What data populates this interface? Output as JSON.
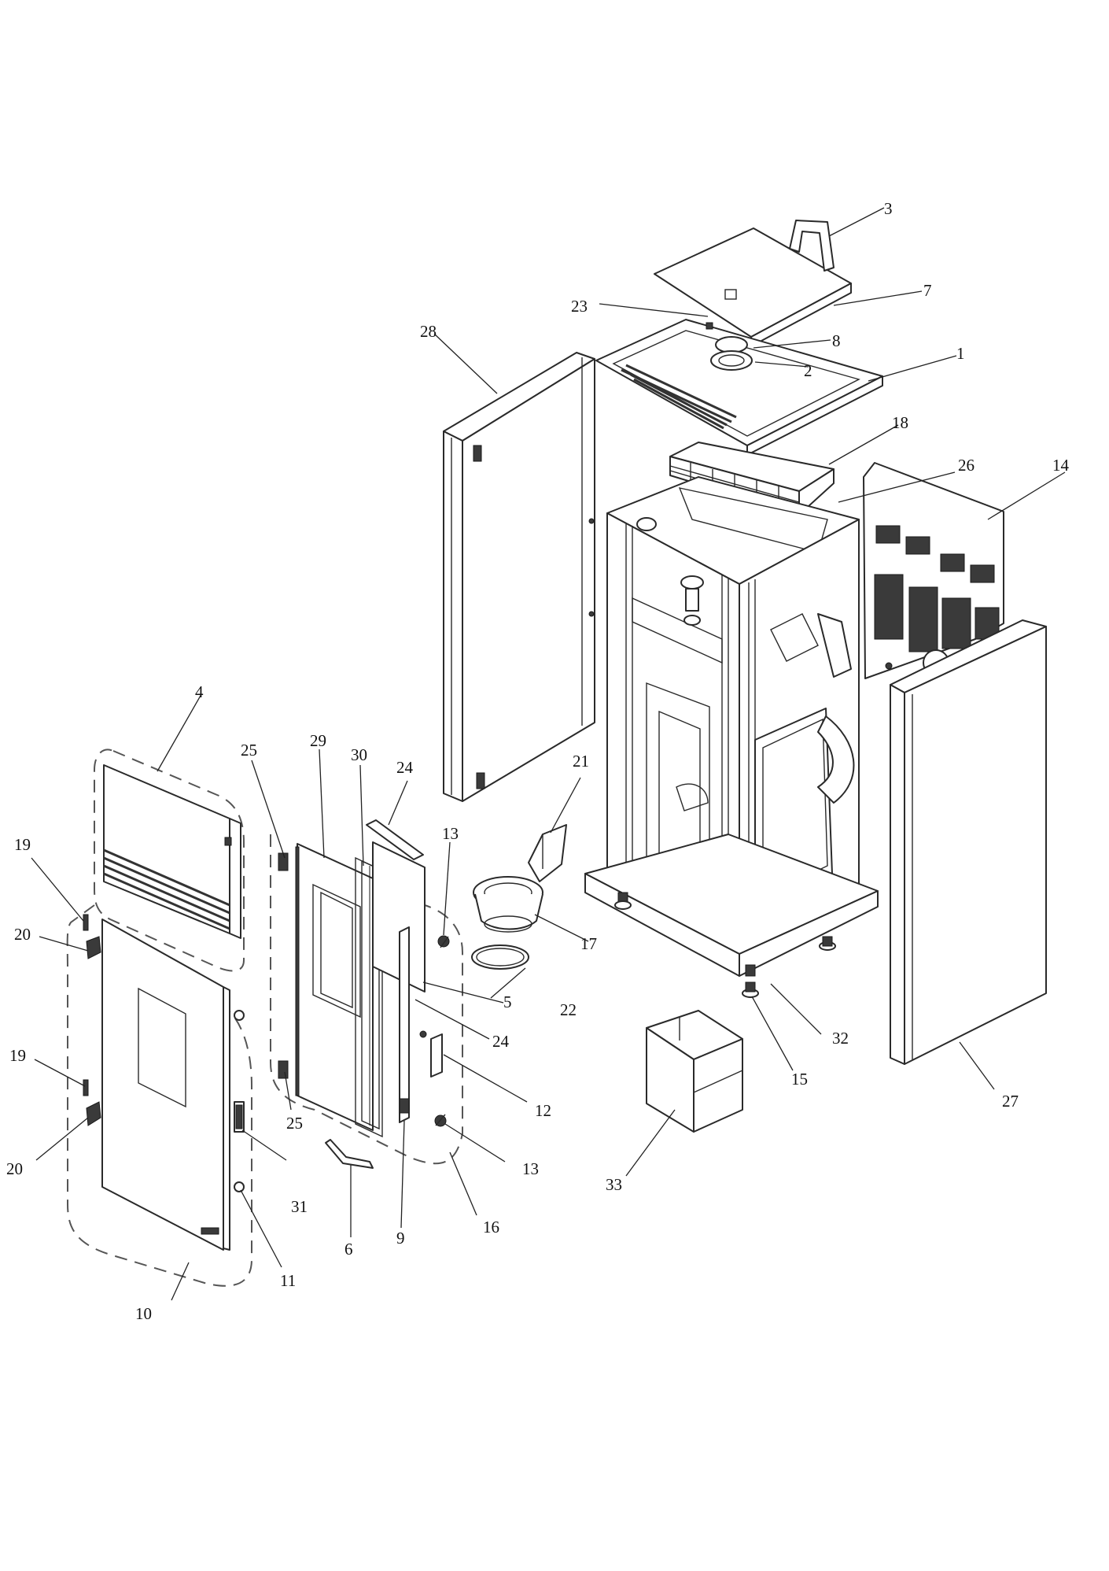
{
  "callouts": {
    "c1": "1",
    "c2": "2",
    "c3": "3",
    "c4": "4",
    "c5": "5",
    "c6": "6",
    "c7": "7",
    "c8": "8",
    "c9": "9",
    "c10": "10",
    "c11": "11",
    "c12": "12",
    "c13a": "13",
    "c13b": "13",
    "c14": "14",
    "c15": "15",
    "c16": "16",
    "c17": "17",
    "c18": "18",
    "c19a": "19",
    "c19b": "19",
    "c20a": "20",
    "c20b": "20",
    "c21": "21",
    "c22": "22",
    "c23": "23",
    "c24a": "24",
    "c24b": "24",
    "c25a": "25",
    "c25b": "25",
    "c26": "26",
    "c27": "27",
    "c28": "28",
    "c29": "29",
    "c30": "30",
    "c31": "31",
    "c32": "32",
    "c33": "33"
  }
}
